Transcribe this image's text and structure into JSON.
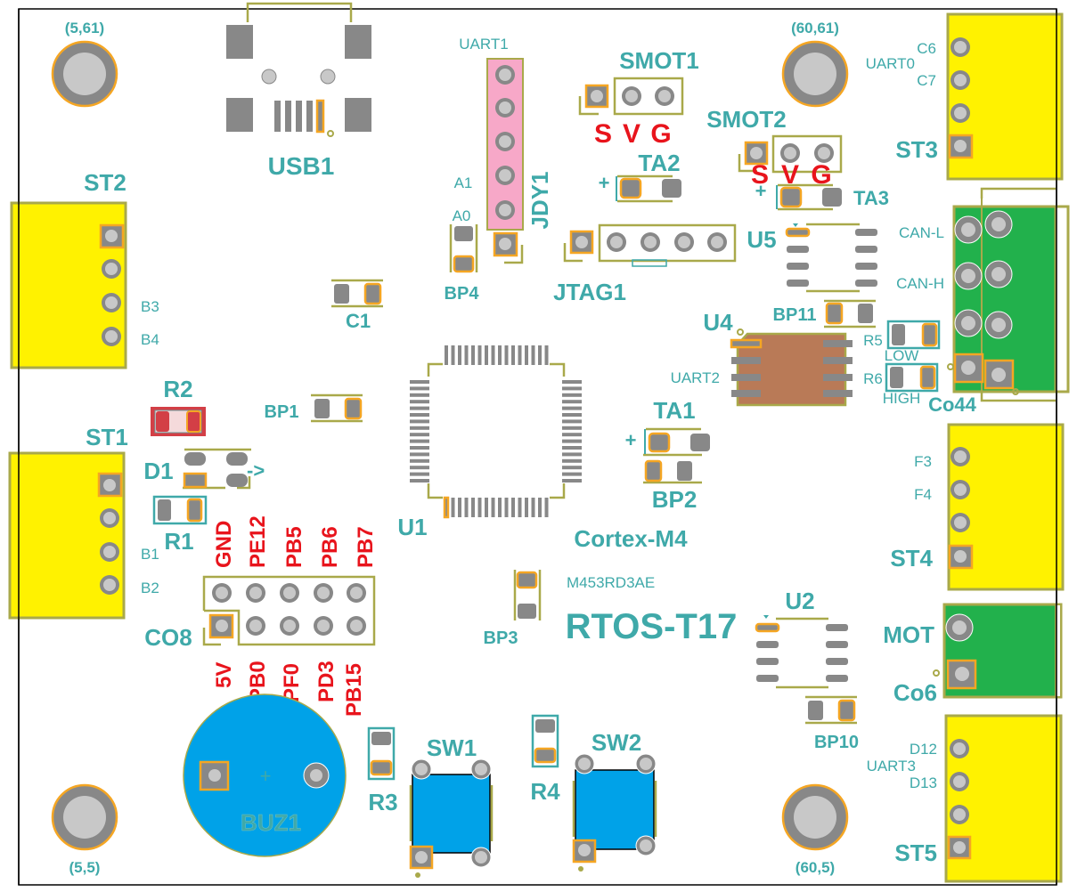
{
  "board": {
    "title": "RTOS-T17",
    "cpu_core": "Cortex-M4",
    "cpu_part": "M453RD3AE",
    "colors": {
      "label": "#3fa9a9",
      "pin_label": "#e8141c",
      "silkscreen": "#a9a94a",
      "pin1_ring": "#f5a623",
      "connector_yellow": "#fff200",
      "connector_green": "#22b14c",
      "buzzer_blue": "#00a2e8",
      "pad_gray": "#888888",
      "u4_body": "#b97a57",
      "jdy_pink": "#f7a8c8"
    }
  },
  "mounting_holes": [
    {
      "name": "hole-top-left",
      "label": "(5,61)"
    },
    {
      "name": "hole-top-right",
      "label": "(60,61)"
    },
    {
      "name": "hole-bottom-left",
      "label": "(5,5)"
    },
    {
      "name": "hole-bottom-right",
      "label": "(60,5)"
    }
  ],
  "components": {
    "usb1": "USB1",
    "st1": "ST1",
    "st2": "ST2",
    "st3": "ST3",
    "st4": "ST4",
    "st5": "ST5",
    "jdy1": "JDY1",
    "smot1": "SMOT1",
    "smot2": "SMOT2",
    "ta1": "TA1",
    "ta2": "TA2",
    "ta3": "TA3",
    "jtag1": "JTAG1",
    "u1": "U1",
    "u2": "U2",
    "u4": "U4",
    "u5": "U5",
    "c1": "C1",
    "r1": "R1",
    "r2": "R2",
    "r3": "R3",
    "r4": "R4",
    "r5": "R5",
    "r6": "R6",
    "d1": "D1",
    "d1_arrow": "->",
    "bp1": "BP1",
    "bp2": "BP2",
    "bp3": "BP3",
    "bp4": "BP4",
    "bp10": "BP10",
    "bp11": "BP11",
    "co8": "CO8",
    "co44": "Co44",
    "co6": "Co6",
    "mot": "MOT",
    "buz1": "BUZ1",
    "buz1_plus": "+",
    "sw1": "SW1",
    "sw2": "SW2",
    "plus": "+"
  },
  "net_labels": {
    "uart0": "UART0",
    "uart1": "UART1",
    "uart2": "UART2",
    "uart3": "UART3",
    "c6": "C6",
    "c7": "C7",
    "a0": "A0",
    "a1": "A1",
    "b1": "B1",
    "b2": "B2",
    "b3": "B3",
    "b4": "B4",
    "f3": "F3",
    "f4": "F4",
    "d12": "D12",
    "d13": "D13",
    "can_l": "CAN-L",
    "can_h": "CAN-H",
    "low": "LOW",
    "high": "HIGH"
  },
  "servo_pins": [
    "S",
    "V",
    "G"
  ],
  "co8_top_pins": [
    "GND",
    "PE12",
    "PB5",
    "PB6",
    "PB7"
  ],
  "co8_bottom_pins": [
    "5V",
    "PB0",
    "PF0",
    "PD3",
    "PB15"
  ]
}
